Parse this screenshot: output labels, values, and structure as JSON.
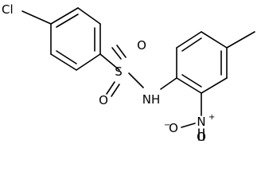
{
  "molecule": {
    "atoms": {
      "cl": "Cl",
      "s": "S",
      "o_top": "O",
      "o_bottom": "O",
      "nh": "NH",
      "n_nitro": "N",
      "n_nitro_charge": "+",
      "o_nitro_left": "O",
      "o_nitro_left_charge": "−",
      "o_nitro_bottom": "O"
    }
  }
}
